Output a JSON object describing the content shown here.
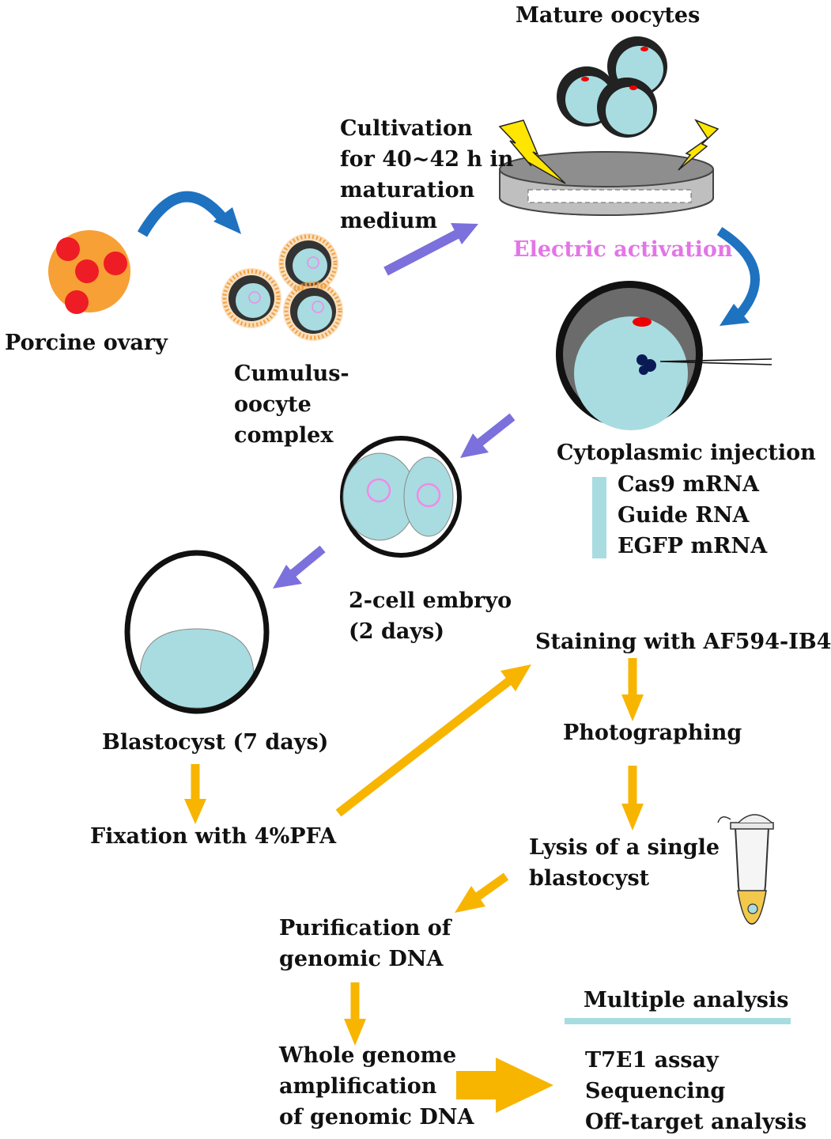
{
  "colors": {
    "cell_fill": "#a8dce0",
    "zona": "#555555",
    "cumulus": "#f0a040",
    "ovary": "#f7a035",
    "ovary_follicle": "#ee1c24",
    "blue_arrow": "#1e72c0",
    "purple_arrow": "#7b70dc",
    "yellow_arrow": "#f7b500",
    "lightning": "#ffe600",
    "bracket": "#a8dce0",
    "pink_text": "#e276e6"
  },
  "labels": {
    "mature_oocytes": "Mature oocytes",
    "cultivation_1": "Cultivation",
    "cultivation_2": "for 40~42 h in",
    "cultivation_3": "maturation",
    "cultivation_4": "medium",
    "electric_activation": "Electric activation",
    "porcine_ovary": "Porcine ovary",
    "coc_1": "Cumulus-",
    "coc_2": "oocyte",
    "coc_3": "complex",
    "cytoplasmic_injection": "Cytoplasmic injection",
    "cas9": "Cas9 mRNA",
    "guide_rna": "Guide RNA",
    "egfp": "EGFP mRNA",
    "two_cell_1": "2-cell embryo",
    "two_cell_2": "(2 days)",
    "blastocyst": "Blastocyst (7 days)",
    "staining": "Staining with AF594-IB4",
    "photographing": "Photographing",
    "fixation": "Fixation with 4%PFA",
    "lysis_1": "Lysis of a single",
    "lysis_2": "blastocyst",
    "purification_1": "Purification of",
    "purification_2": "genomic DNA",
    "multiple_analysis": "Multiple analysis",
    "wga_1": "Whole genome",
    "wga_2": "amplification",
    "wga_3": "of genomic DNA",
    "t7e1": "T7E1 assay",
    "sequencing": "Sequencing",
    "off_target": "Off-target analysis"
  }
}
